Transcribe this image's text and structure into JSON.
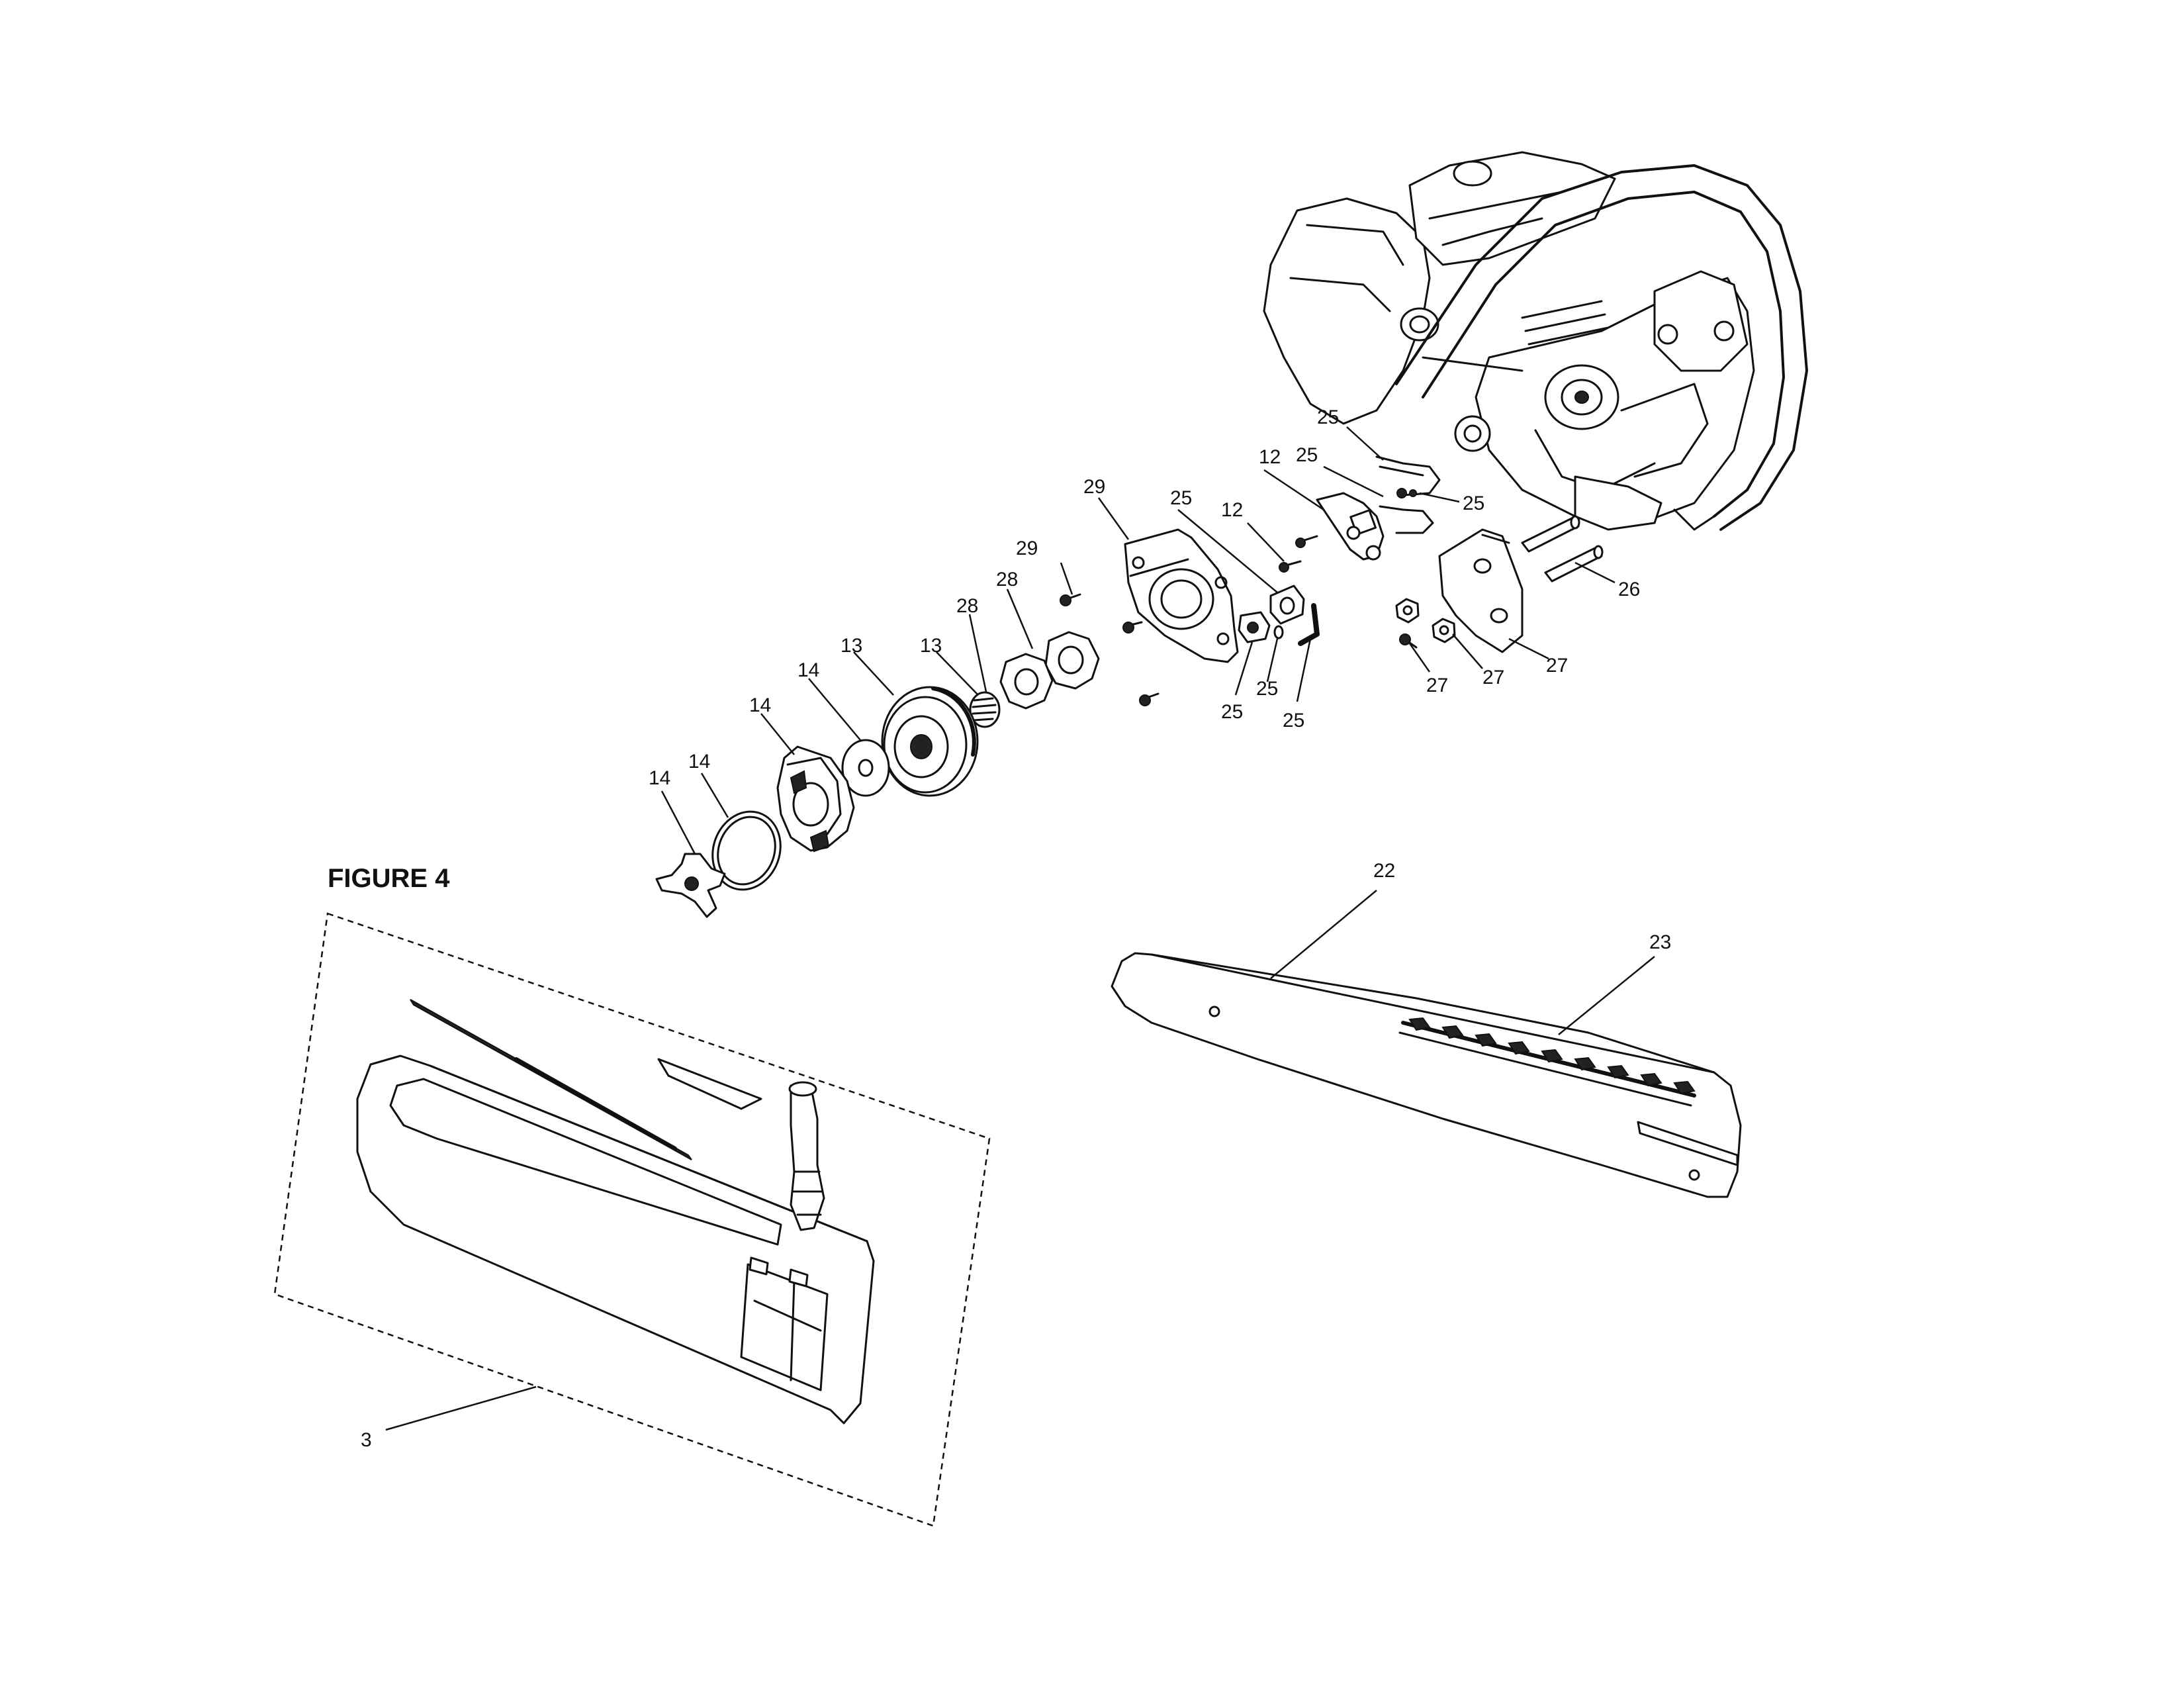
{
  "figure": {
    "title": "FIGURE 4"
  },
  "callouts": [
    {
      "id": "c3",
      "label": "3"
    },
    {
      "id": "c12a",
      "label": "12"
    },
    {
      "id": "c12b",
      "label": "12"
    },
    {
      "id": "c13a",
      "label": "13"
    },
    {
      "id": "c13b",
      "label": "13"
    },
    {
      "id": "c14a",
      "label": "14"
    },
    {
      "id": "c14b",
      "label": "14"
    },
    {
      "id": "c14c",
      "label": "14"
    },
    {
      "id": "c14d",
      "label": "14"
    },
    {
      "id": "c22",
      "label": "22"
    },
    {
      "id": "c23",
      "label": "23"
    },
    {
      "id": "c25a",
      "label": "25"
    },
    {
      "id": "c25b",
      "label": "25"
    },
    {
      "id": "c25c",
      "label": "25"
    },
    {
      "id": "c25d",
      "label": "25"
    },
    {
      "id": "c25e",
      "label": "25"
    },
    {
      "id": "c25f",
      "label": "25"
    },
    {
      "id": "c25g",
      "label": "25"
    },
    {
      "id": "c26",
      "label": "26"
    },
    {
      "id": "c27a",
      "label": "27"
    },
    {
      "id": "c27b",
      "label": "27"
    },
    {
      "id": "c27c",
      "label": "27"
    },
    {
      "id": "c28a",
      "label": "28"
    },
    {
      "id": "c28b",
      "label": "28"
    },
    {
      "id": "c29a",
      "label": "29"
    },
    {
      "id": "c29b",
      "label": "29"
    }
  ]
}
